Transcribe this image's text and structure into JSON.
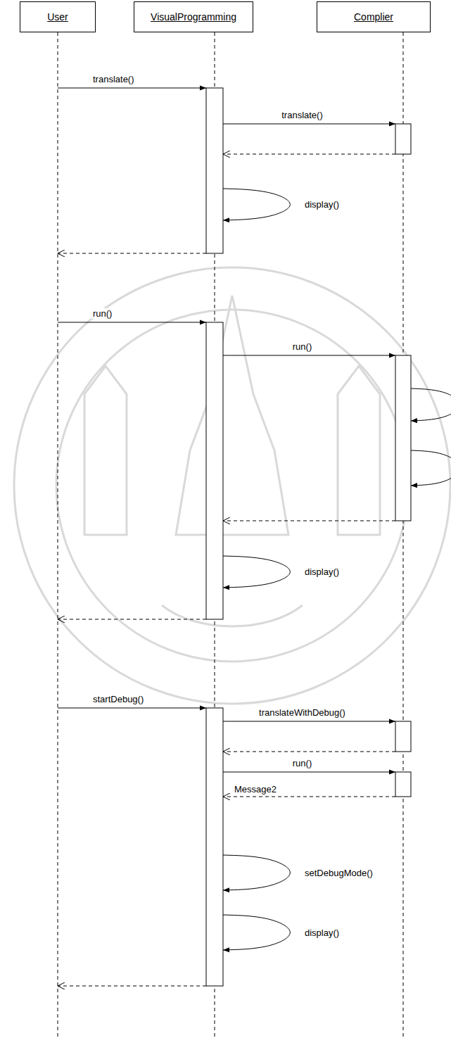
{
  "diagram": {
    "nodes": [
      {
        "text": [
          "User"
        ]
      },
      {
        "text": [
          "VisualProgramming"
        ]
      },
      {
        "text": [
          "Complier"
        ]
      }
    ],
    "edges": [
      {
        "from": 0,
        "to": 1,
        "arrow": "to",
        "label": "translate()"
      },
      {
        "from": 1,
        "to": 2,
        "arrow": "to",
        "label": "translate()"
      },
      {
        "from": 2,
        "to": 1,
        "arrow": "to"
      },
      {
        "from": 1,
        "to": 1,
        "arrow": "to",
        "label": "display()"
      },
      {
        "from": 1,
        "to": 0,
        "arrow": "to"
      },
      {
        "from": 0,
        "to": 1,
        "arrow": "to",
        "label": "run()"
      },
      {
        "from": 1,
        "to": 2,
        "arrow": "to",
        "label": "run()"
      },
      {
        "from": 2,
        "to": 2,
        "arrow": "to"
      },
      {
        "from": 2,
        "to": 2,
        "arrow": "to"
      },
      {
        "from": 2,
        "to": 1,
        "arrow": "to"
      },
      {
        "from": 1,
        "to": 1,
        "arrow": "to",
        "label": "display()"
      },
      {
        "from": 1,
        "to": 0,
        "arrow": "to"
      },
      {
        "from": 0,
        "to": 1,
        "arrow": "to",
        "label": "startDebug()"
      },
      {
        "from": 1,
        "to": 2,
        "arrow": "to",
        "label": "translateWithDebug()"
      },
      {
        "from": 2,
        "to": 1,
        "arrow": "to"
      },
      {
        "from": 1,
        "to": 2,
        "arrow": "to",
        "label": "run()"
      },
      {
        "from": 2,
        "to": 1,
        "arrow": "to",
        "label": "Message2"
      },
      {
        "from": 1,
        "to": 1,
        "arrow": "to",
        "label": "setDebugMode()"
      },
      {
        "from": 1,
        "to": 1,
        "arrow": "to",
        "label": "display()"
      },
      {
        "from": 1,
        "to": 0,
        "arrow": "to"
      }
    ]
  }
}
